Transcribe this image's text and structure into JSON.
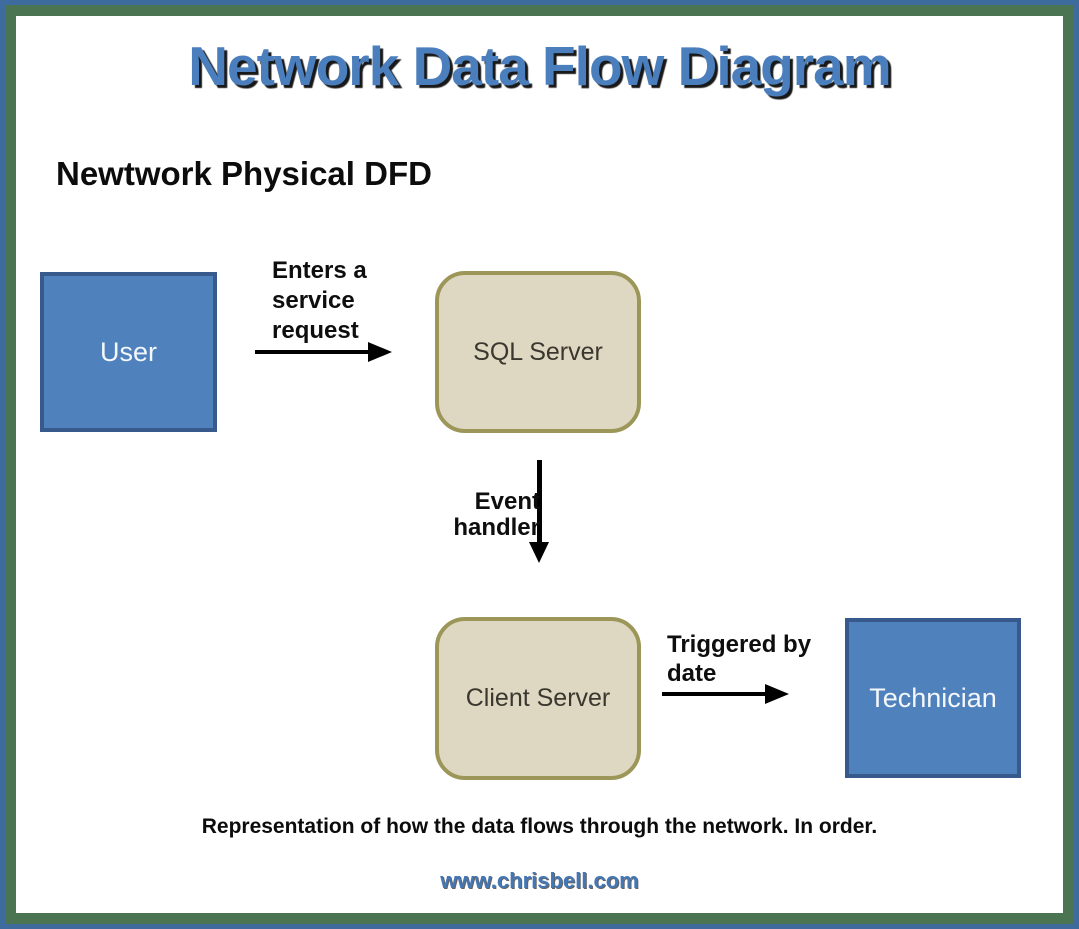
{
  "title": "Network Data Flow Diagram",
  "subtitle": "Newtwork Physical DFD",
  "nodes": {
    "user": {
      "label": "User",
      "type": "external-entity"
    },
    "sql_server": {
      "label": "SQL Server",
      "type": "process"
    },
    "client_server": {
      "label": "Client Server",
      "type": "process"
    },
    "technician": {
      "label": "Technician",
      "type": "external-entity"
    }
  },
  "flows": {
    "user_to_sql": {
      "lines": [
        "Enters a",
        "service",
        "request"
      ],
      "from": "user",
      "to": "sql_server"
    },
    "sql_to_client": {
      "label": "Event handler",
      "from": "sql_server",
      "to": "client_server"
    },
    "client_to_technician": {
      "lines": [
        "Triggered by",
        "date"
      ],
      "from": "client_server",
      "to": "technician"
    }
  },
  "caption": "Representation of how the data flows through the network. In order.",
  "footer": {
    "url": "www.chrisbell.com"
  },
  "colors": {
    "frame_blue": "#3e6b9d",
    "frame_green": "#4a7452",
    "title_blue": "#4a7ebc",
    "node_blue_fill": "#4f81bd",
    "node_blue_border": "#37598c",
    "node_tan_fill": "#ded8c2",
    "node_tan_border": "#9c9659",
    "link_blue": "#4677b5"
  }
}
